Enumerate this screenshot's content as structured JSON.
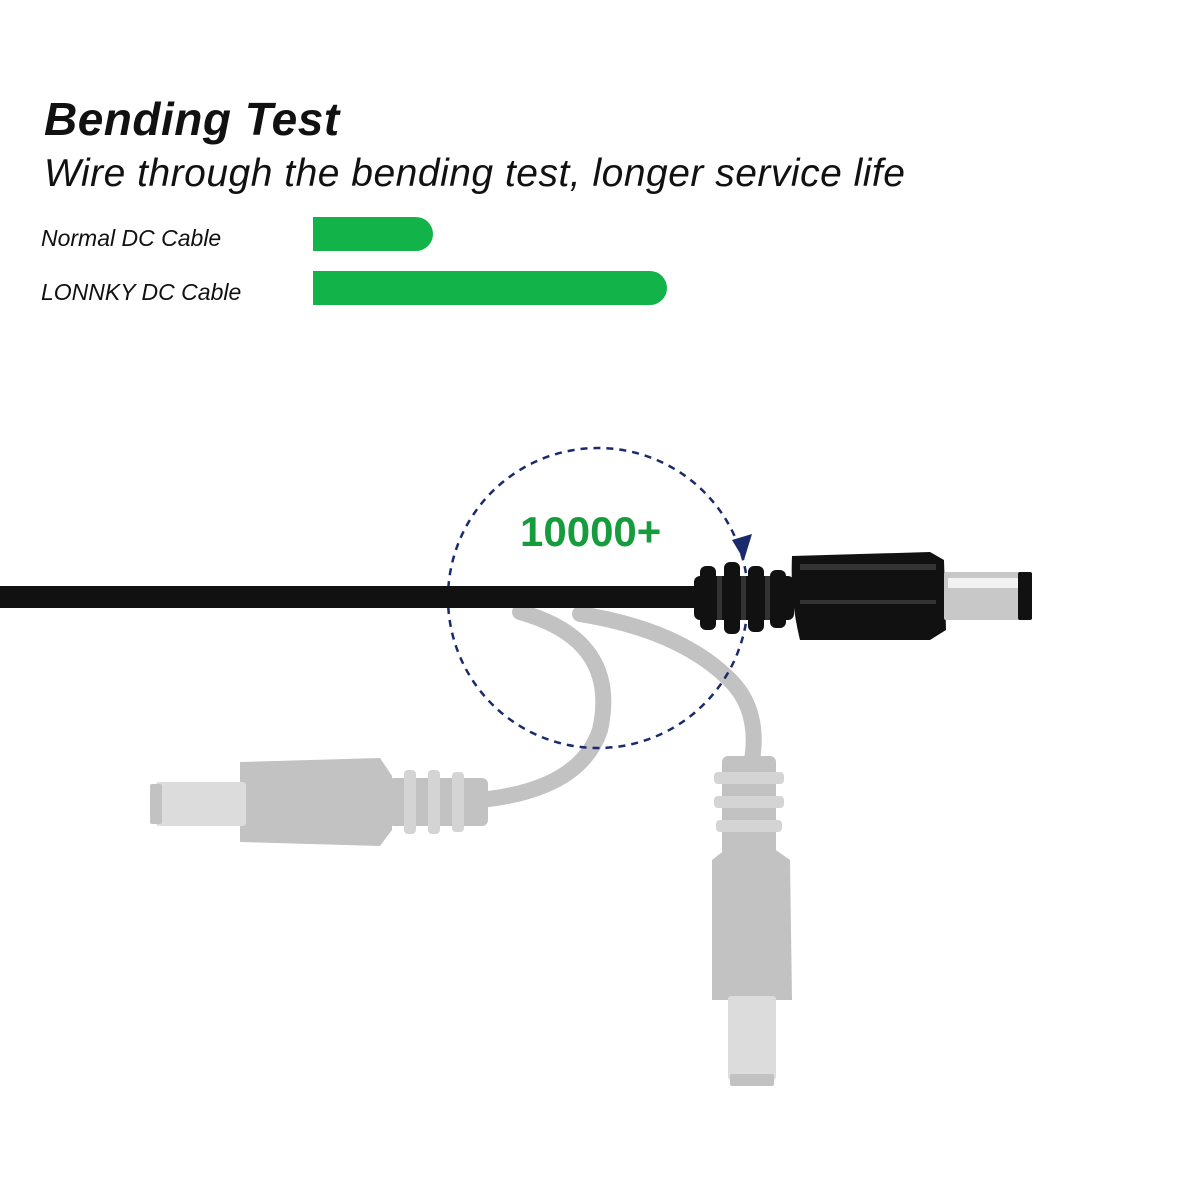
{
  "header": {
    "title": "Bending Test",
    "subtitle": "Wire through the bending test, longer service life"
  },
  "comparison": [
    {
      "label": "Normal DC Cable",
      "level": 0.2
    },
    {
      "label": "LONNKY DC Cable",
      "level": 0.59
    }
  ],
  "illustration": {
    "bend_count": "10000+"
  },
  "colors": {
    "bar_green": "#12b348",
    "count_green": "#169c3c",
    "cable_black": "#111111",
    "ghost_gray": "#c2c2c2",
    "arrow_navy": "#1a2a6c"
  }
}
